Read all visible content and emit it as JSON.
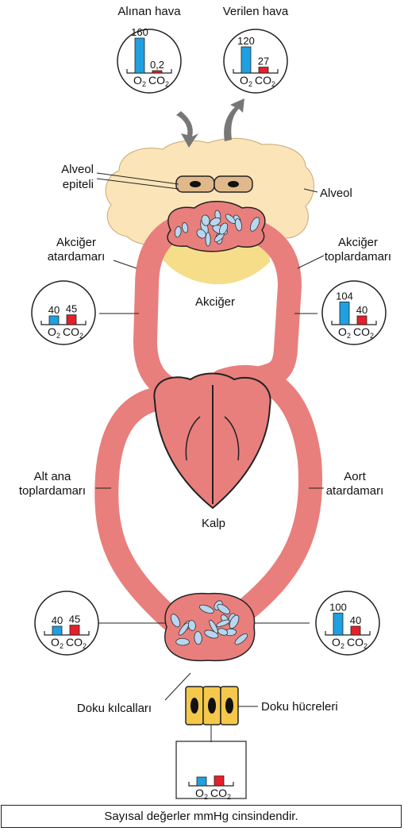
{
  "labels": {
    "inhaled": "Alınan hava",
    "exhaled": "Verilen hava",
    "alveolar_epithelium_1": "Alveol",
    "alveolar_epithelium_2": "epiteli",
    "alveolus": "Alveol",
    "pulmonary_artery_1": "Akciğer",
    "pulmonary_artery_2": "atardamarı",
    "pulmonary_vein_1": "Akciğer",
    "pulmonary_vein_2": "toplardamarı",
    "lung": "Akciğer",
    "vena_cava_1": "Alt ana",
    "vena_cava_2": "toplardamarı",
    "aorta_1": "Aort",
    "aorta_2": "atardamarı",
    "heart": "Kalp",
    "tissue_capillaries": "Doku kılcalları",
    "tissue_cells": "Doku hücreleri"
  },
  "gas_labels": {
    "o2": "O",
    "co2": "CO",
    "sub": "2"
  },
  "colors": {
    "o2": "#1fa0e0",
    "co2": "#e4202a",
    "vessel": "#e87f7c",
    "vessel_dark": "#d9605e",
    "alveolus": "#fbe4b8",
    "lung": "#f6dd8a",
    "cell": "#f4c84a"
  },
  "charts": {
    "inhaled": {
      "o2": 160,
      "co2": 0.2,
      "o2_label": "160",
      "co2_label": "0,2"
    },
    "exhaled": {
      "o2": 120,
      "co2": 27,
      "o2_label": "120",
      "co2_label": "27"
    },
    "pulmonary_artery": {
      "o2": 40,
      "co2": 45,
      "o2_label": "40",
      "co2_label": "45"
    },
    "pulmonary_vein": {
      "o2": 104,
      "co2": 40,
      "o2_label": "104",
      "co2_label": "40"
    },
    "systemic_venous": {
      "o2": 40,
      "co2": 45,
      "o2_label": "40",
      "co2_label": "45"
    },
    "systemic_arterial": {
      "o2": 100,
      "co2": 40,
      "o2_label": "100",
      "co2_label": "40"
    },
    "tissue": {
      "o2": 40,
      "co2": 45
    }
  },
  "footer": "Sayısal değerler mmHg cinsindendir."
}
